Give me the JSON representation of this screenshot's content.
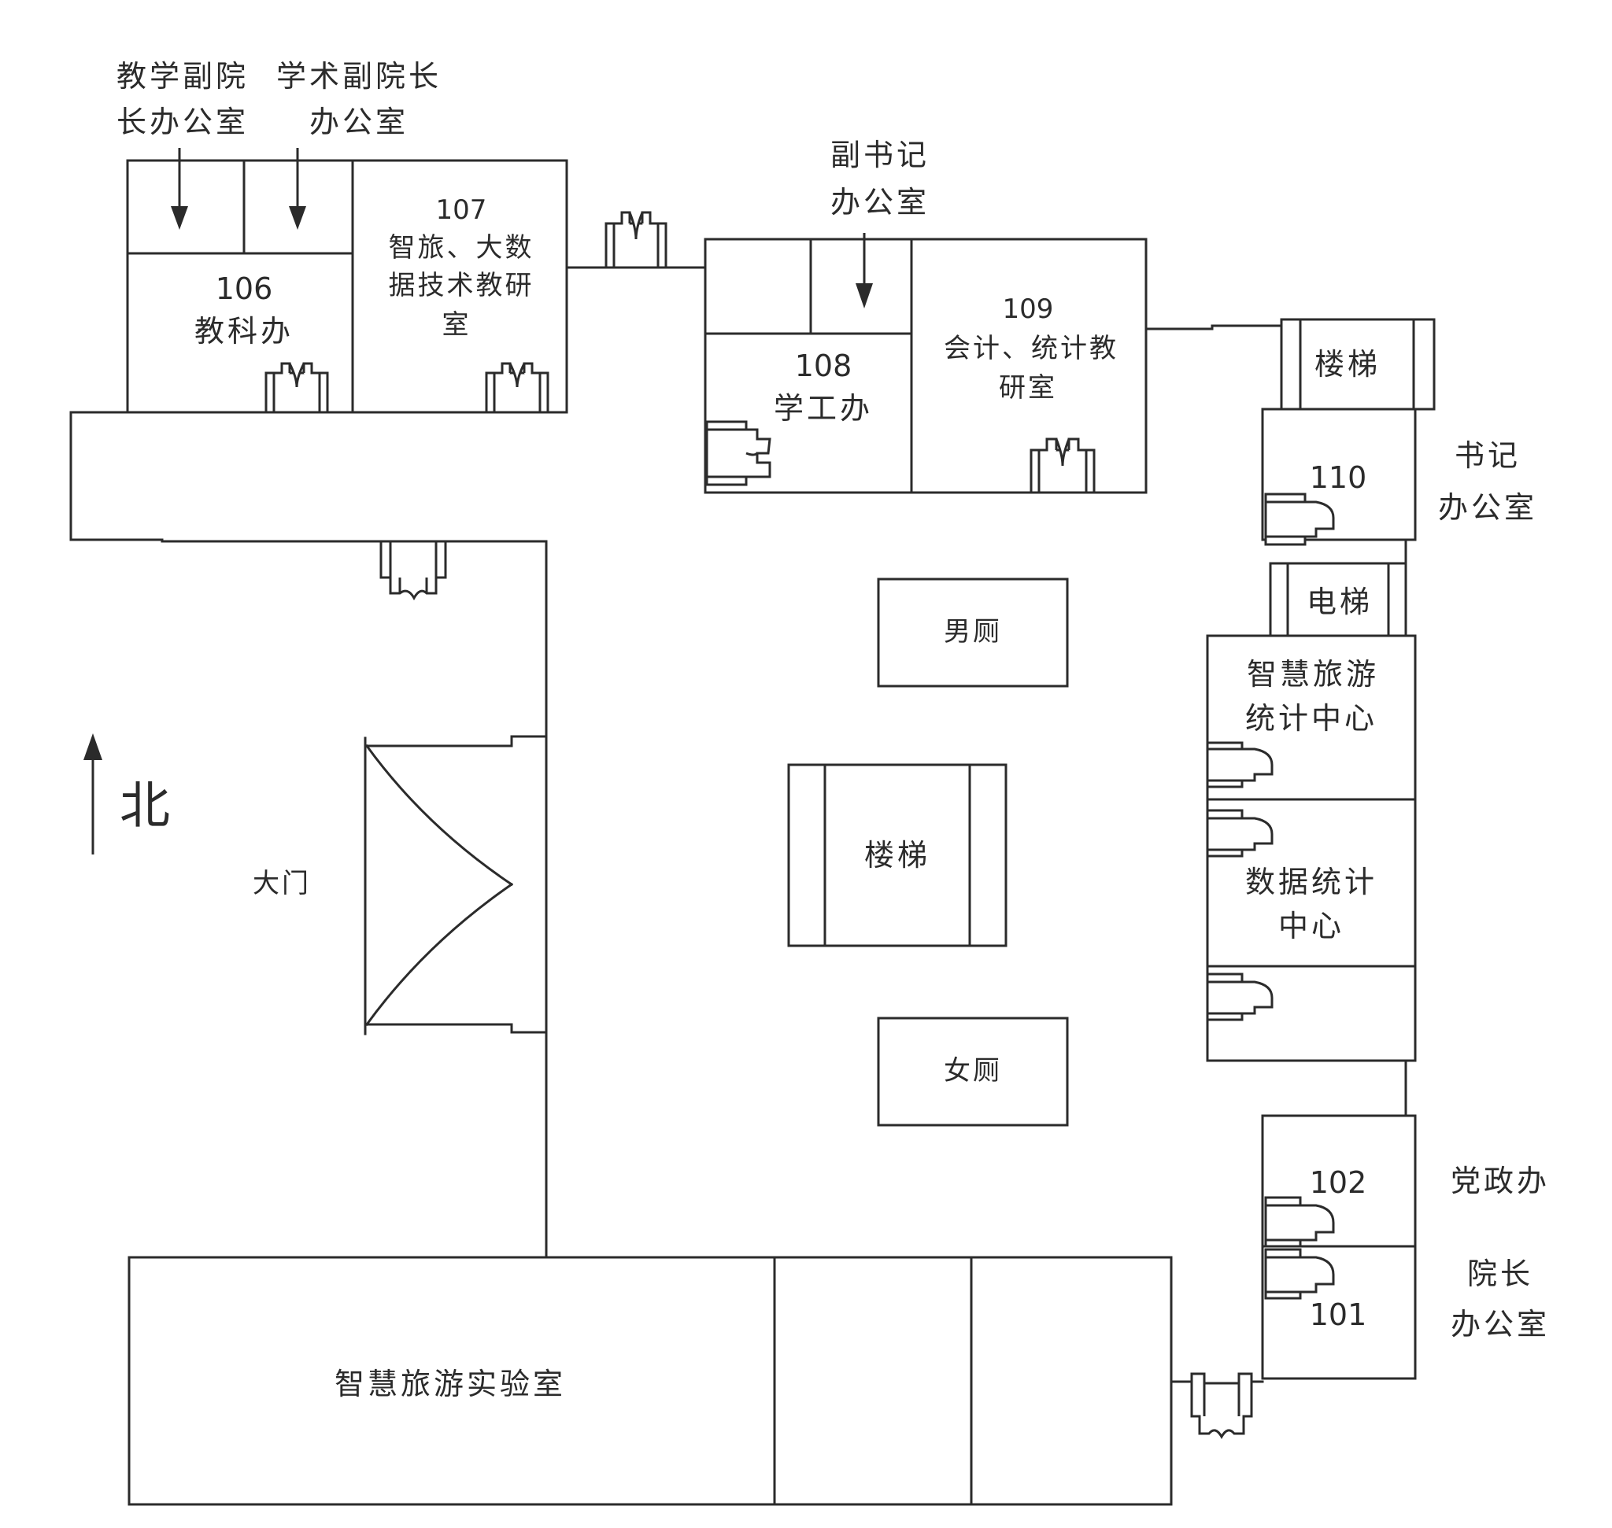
{
  "rooms": {
    "r106": {
      "number": "106",
      "name": "教科办"
    },
    "r107": {
      "number": "107",
      "name_lines": [
        "智旅、大数",
        "据技术教研",
        "室"
      ]
    },
    "r108": {
      "number": "108",
      "name": "学工办"
    },
    "r109": {
      "number": "109",
      "name_lines": [
        "会计、统计教",
        "研室"
      ]
    },
    "r110": {
      "number": "110"
    },
    "r102": {
      "number": "102"
    },
    "r101": {
      "number": "101"
    },
    "stairs_east": {
      "name": "楼梯"
    },
    "stairs_center": {
      "name": "楼梯"
    },
    "elevator": {
      "name": "电梯"
    },
    "mens_restroom": {
      "name": "男厕"
    },
    "womens_restroom": {
      "name": "女厕"
    },
    "tourism_stats_center": {
      "name_lines": [
        "智慧旅游",
        "统计中心"
      ]
    },
    "data_stats_center": {
      "name_lines": [
        "数据统计",
        "中心"
      ]
    },
    "tourism_lab": {
      "name": "智慧旅游实验室"
    },
    "main_gate": {
      "name": "大门"
    }
  },
  "callouts": {
    "teaching_vp_office": [
      "教学副院",
      "长办公室"
    ],
    "academic_vp_office": [
      "学术副院长",
      "办公室"
    ],
    "deputy_secretary_office": [
      "副书记",
      "办公室"
    ],
    "secretary_office": [
      "书记",
      "办公室"
    ],
    "party_admin_office": "党政办",
    "dean_office": [
      "院长",
      "办公室"
    ]
  },
  "compass": {
    "north_label": "北"
  }
}
